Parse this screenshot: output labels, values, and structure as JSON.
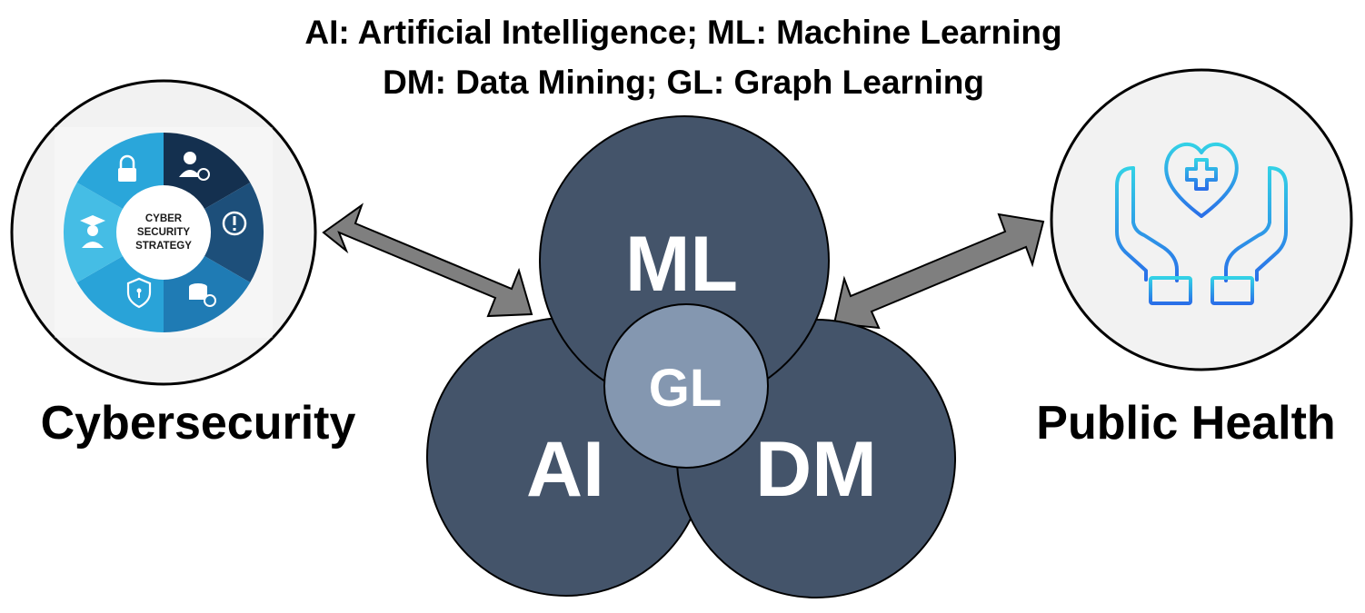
{
  "legend": {
    "line1": "AI: Artificial Intelligence; ML: Machine Learning",
    "line2": "DM: Data Mining; GL: Graph Learning"
  },
  "domains": {
    "left": "Cybersecurity",
    "right": "Public Health"
  },
  "circles": {
    "ml": "ML",
    "ai": "AI",
    "dm": "DM",
    "gl": "GL"
  },
  "cyber_wheel": {
    "center_line1": "CYBER",
    "center_line2": "SECURITY",
    "center_line3": "STRATEGY",
    "segment_icons": [
      "user-key-icon",
      "warning-icon",
      "database-restore-icon",
      "shield-lock-icon",
      "graduate-icon",
      "padlock-icon"
    ]
  },
  "health_icon": "hands-heart-cross-icon",
  "colors": {
    "dark_circle": "#44546a",
    "gl_circle": "#8497b0",
    "arrow": "#7f7f7f",
    "wheel_dark": "#1b3a5e",
    "wheel_light": "#3fb8e0"
  }
}
